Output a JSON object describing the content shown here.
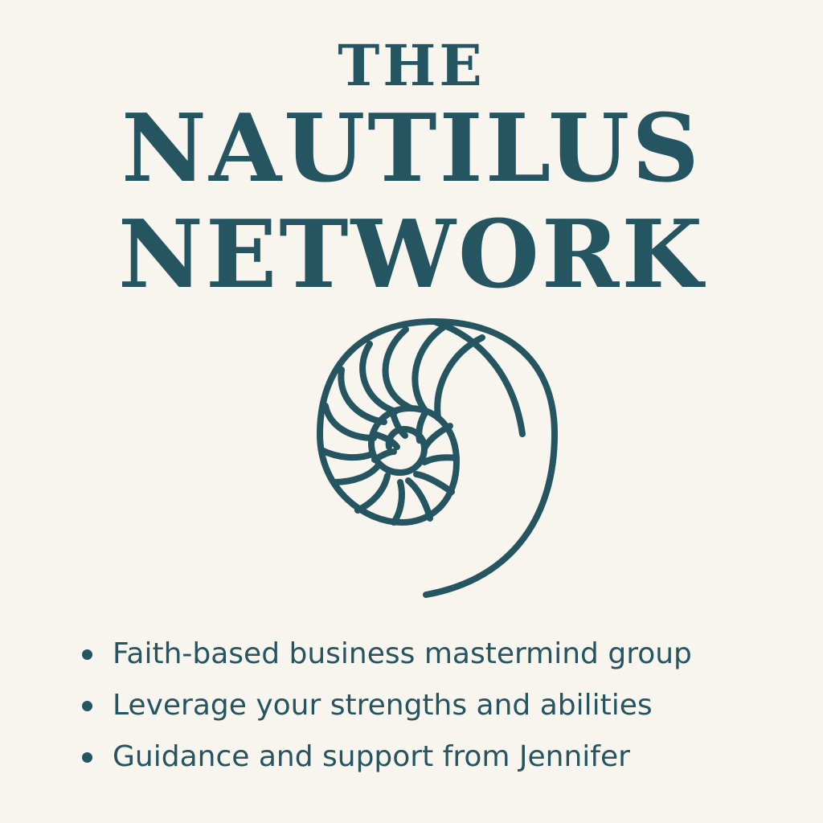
{
  "heading": {
    "the": "THE",
    "line1": "NAUTILUS",
    "line2": "NETWORK"
  },
  "logo": {
    "icon": "nautilus-shell-icon",
    "color": "#245560"
  },
  "bullets": [
    "Faith-based business mastermind group",
    "Leverage your strengths and abilities",
    "Guidance and support from Jennifer"
  ],
  "colors": {
    "background": "#f8f5ee",
    "text": "#245560"
  }
}
